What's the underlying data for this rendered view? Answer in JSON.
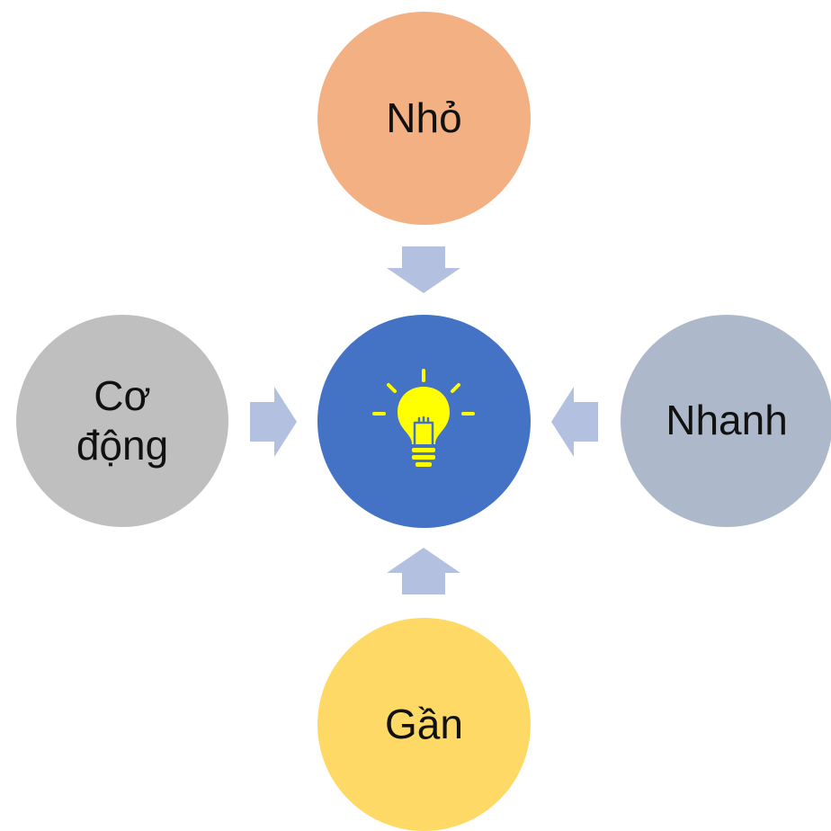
{
  "colors": {
    "top": "#F3B083",
    "left": "#BFBFBF",
    "right": "#ADB9CA",
    "bottom": "#FFD965",
    "center": "#4472C4",
    "arrow": "#B4C0E0",
    "bulb": "#FFFF00"
  },
  "nodes": {
    "top": {
      "label": "Nhỏ"
    },
    "left": {
      "label": "Cơ\nđộng"
    },
    "right": {
      "label": "Nhanh"
    },
    "bottom": {
      "label": "Gần"
    },
    "center": {
      "icon": "lightbulb-icon"
    }
  }
}
